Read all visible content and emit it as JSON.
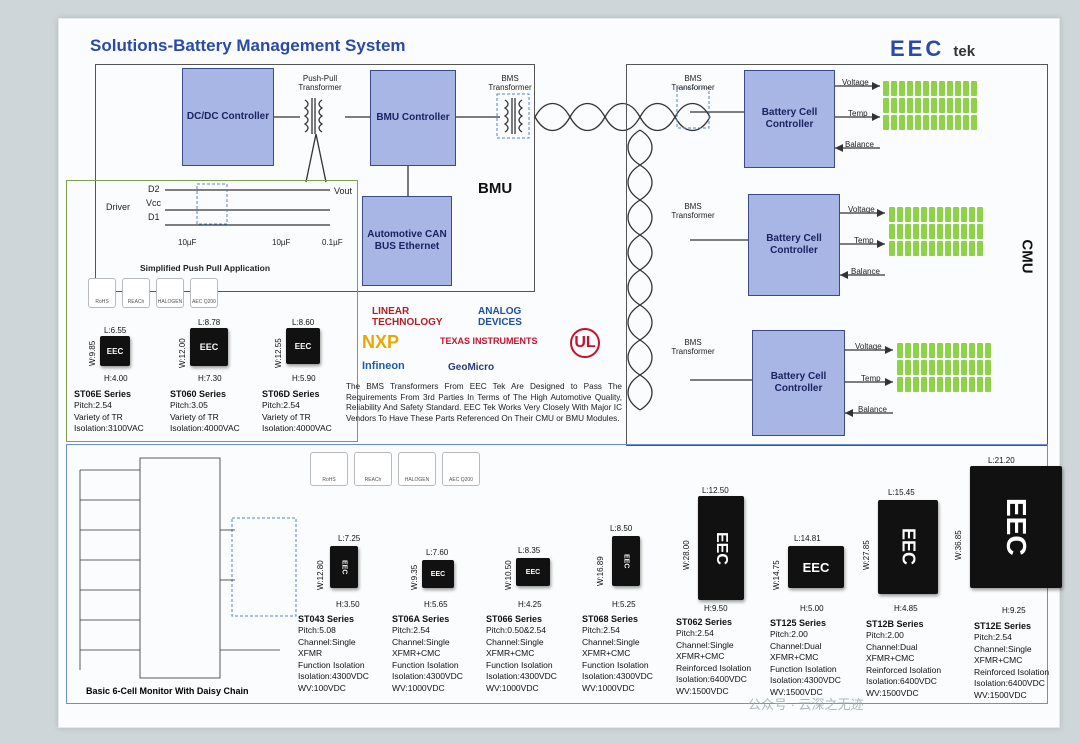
{
  "title": "Solutions-Battery Management System",
  "logo": {
    "main": "EEC",
    "suffix": "tek"
  },
  "blocks": {
    "dcdc": "DC/DC Controller",
    "bmu_ctrl": "BMU Controller",
    "can": "Automotive CAN BUS Ethernet",
    "cell1": "Battery Cell Controller",
    "cell2": "Battery Cell Controller",
    "cell3": "Battery Cell Controller"
  },
  "labels": {
    "push_pull": "Push-Pull Transformer",
    "bms_tr": "BMS Transformer",
    "bms_tr_a": "BMS Transformer",
    "bms_tr_b": "BMS Transformer",
    "bms_tr_c": "BMS Transformer",
    "bmu": "BMU",
    "cmu": "CMU",
    "voltage": "Voltage",
    "temp": "Temp",
    "balance": "Balance",
    "driver": "Driver",
    "d1": "D1",
    "d2": "D2",
    "vcc": "Vcc",
    "vout": "Vout",
    "cap1": "10µF",
    "cap2": "10µF",
    "cap3": "0.1µF",
    "simplified": "Simplified Push Pull Application",
    "daisy": "Basic 6-Cell Monitor With Daisy Chain"
  },
  "certs": [
    "RoHS",
    "REACh",
    "HALOGEN",
    "AEC Q200"
  ],
  "vendors": {
    "linear": "LINEAR TECHNOLOGY",
    "adi": "ANALOG DEVICES",
    "nxp": "NXP",
    "ti": "TEXAS INSTRUMENTS",
    "infineon": "Infineon",
    "geomicro": "GeoMicro",
    "ul": "UL"
  },
  "paragraph": "The BMS Transformers From EEC Tek Are Designed to Pass The Requirements From 3rd Parties In Terms of The High Automotive Quality, Reliability And Safety Standard. EEC Tek Works Very Closely With Major IC Vendors To Have These Parts Referenced On Their CMU or BMU Modules.",
  "small_series": [
    {
      "name": "ST06E Series",
      "l": "L:6.55",
      "w": "W:9.85",
      "h": "H:4.00",
      "lines": [
        "Pitch:2.54",
        "Variety of TR",
        "Isolation:3100VAC"
      ]
    },
    {
      "name": "ST060 Series",
      "l": "L:8.78",
      "w": "W:12.00",
      "h": "H:7.30",
      "lines": [
        "Pitch:3.05",
        "Variety of TR",
        "Isolation:4000VAC"
      ]
    },
    {
      "name": "ST06D Series",
      "l": "L:8.60",
      "w": "W:12.55",
      "h": "H:5.90",
      "lines": [
        "Pitch:2.54",
        "Variety of TR",
        "Isolation:4000VAC"
      ]
    }
  ],
  "large_series": [
    {
      "name": "ST043 Series",
      "l": "L:7.25",
      "w": "W:12.80",
      "h": "H:3.50",
      "lines": [
        "Pitch:5.08",
        "Channel:Single",
        "XFMR",
        "Function Isolation",
        "Isolation:4300VDC",
        "WV:100VDC"
      ]
    },
    {
      "name": "ST06A Series",
      "l": "L:7.60",
      "w": "W:9.35",
      "h": "H:5.65",
      "lines": [
        "Pitch:2.54",
        "Channel:Single",
        "XFMR+CMC",
        "Function Isolation",
        "Isolation:4300VDC",
        "WV:1000VDC"
      ]
    },
    {
      "name": "ST066 Series",
      "l": "L:8.35",
      "w": "W:10.50",
      "h": "H:4.25",
      "lines": [
        "Pitch:0.50&2.54",
        "Channel:Single",
        "XFMR+CMC",
        "Function Isolation",
        "Isolation:4300VDC",
        "WV:1000VDC"
      ]
    },
    {
      "name": "ST068 Series",
      "l": "L:8.50",
      "w": "W:16.89",
      "h": "H:5.25",
      "lines": [
        "Pitch:2.54",
        "Channel:Single",
        "XFMR+CMC",
        "Function Isolation",
        "Isolation:4300VDC",
        "WV:1000VDC"
      ]
    },
    {
      "name": "ST062 Series",
      "l": "L:12.50",
      "w": "W:28.00",
      "h": "H:9.50",
      "lines": [
        "Pitch:2.54",
        "Channel:Single",
        "XFMR+CMC",
        "Reinforced Isolation",
        "Isolation:6400VDC",
        "WV:1500VDC"
      ]
    },
    {
      "name": "ST125 Series",
      "l": "L:14.81",
      "w": "W:14.75",
      "h": "H:5.00",
      "lines": [
        "Pitch:2.00",
        "Channel:Dual",
        "XFMR+CMC",
        "Function Isolation",
        "Isolation:4300VDC",
        "WV:1500VDC"
      ]
    },
    {
      "name": "ST12B Series",
      "l": "L:15.45",
      "w": "W:27.85",
      "h": "H:4.85",
      "lines": [
        "Pitch:2.00",
        "Channel:Dual",
        "XFMR+CMC",
        "Reinforced Isolation",
        "Isolation:6400VDC",
        "WV:1500VDC"
      ]
    },
    {
      "name": "ST12E Series",
      "l": "L:21.20",
      "w": "W:36.85",
      "h": "H:9.25",
      "lines": [
        "Pitch:2.54",
        "Channel:Single",
        "XFMR+CMC",
        "Reinforced Isolation",
        "Isolation:6400VDC",
        "WV:1500VDC"
      ]
    }
  ],
  "chip_mark": "EEC",
  "watermark": "公众号 · 云深之无迹"
}
